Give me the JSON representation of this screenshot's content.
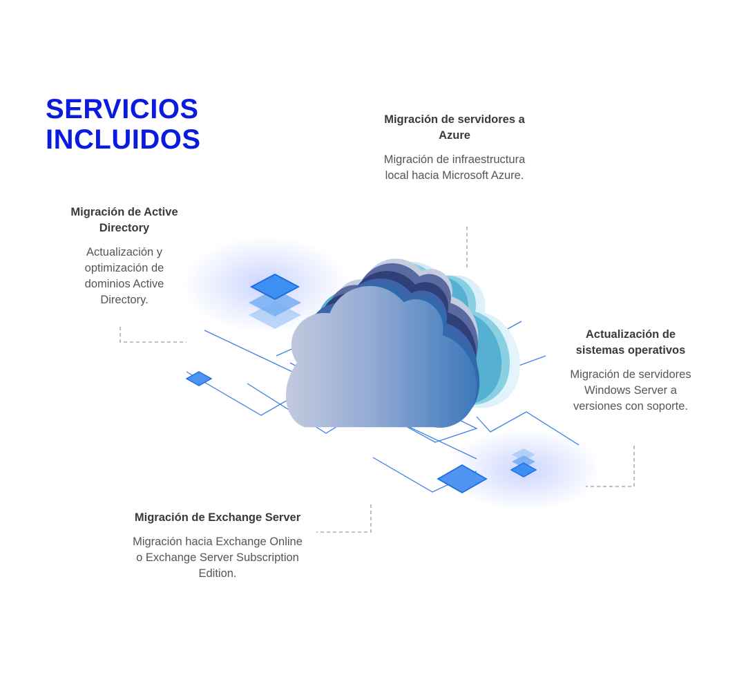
{
  "title": {
    "line1": "SERVICIOS",
    "line2": "INCLUIDOS"
  },
  "services": [
    {
      "title": "Migración de Active Directory",
      "description": "Actualización y optimización de dominios Active Directory."
    },
    {
      "title": "Migración de servidores a Azure",
      "description": "Migración de infraestructura local hacia Microsoft Azure."
    },
    {
      "title": "Actualización de sistemas operativos",
      "description": "Migración de servidores Windows Server a versiones con soporte."
    },
    {
      "title": "Migración de Exchange Server",
      "description": "Migración hacia Exchange Online o Exchange Server Subscription Edition."
    }
  ],
  "colors": {
    "title": "#0a1be0",
    "heading": "#3a3a3a",
    "text": "#555555",
    "circuit_line": "#3b7ee8",
    "connector": "#9a9a9a",
    "cloud_front_light": "#b7c0dd",
    "cloud_front_dark": "#3b78bb"
  },
  "icons": [
    "cloud-illustration",
    "diamond-tile-icon"
  ]
}
